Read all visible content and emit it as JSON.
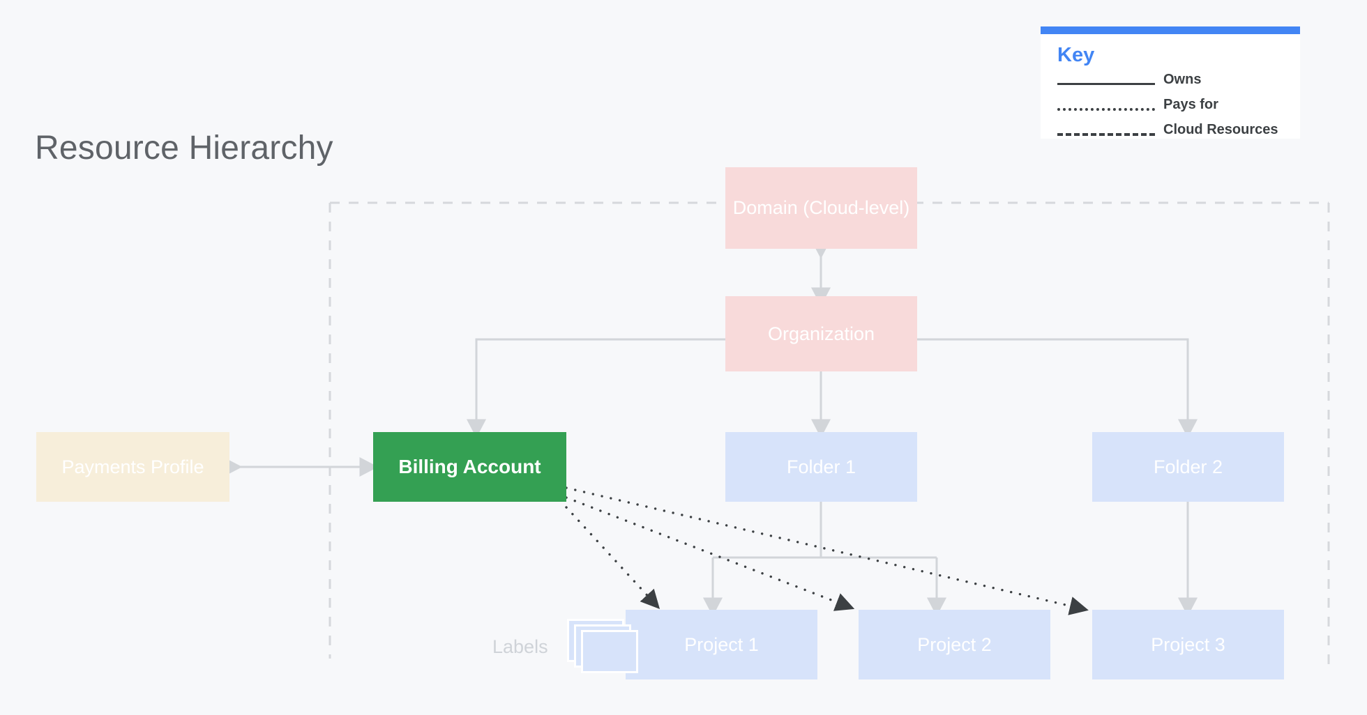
{
  "page": {
    "title": "Resource Hierarchy",
    "background_color": "#f7f8fa"
  },
  "key": {
    "title": "Key",
    "accent_color": "#4285f4",
    "items": [
      {
        "style": "solid",
        "label": "Owns"
      },
      {
        "style": "dotted",
        "label": "Pays for"
      },
      {
        "style": "dashed",
        "label": "Cloud Resources"
      }
    ]
  },
  "diagram": {
    "labels_caption": "Labels",
    "nodes": [
      {
        "id": "domain",
        "label": "Domain (Cloud-level)",
        "color": "#f8dada"
      },
      {
        "id": "organization",
        "label": "Organization",
        "color": "#f8dada"
      },
      {
        "id": "payments",
        "label": "Payments Profile",
        "color": "#f7eeda"
      },
      {
        "id": "billing",
        "label": "Billing Account",
        "color": "#34a053"
      },
      {
        "id": "folder1",
        "label": "Folder 1",
        "color": "#d7e3fa"
      },
      {
        "id": "folder2",
        "label": "Folder 2",
        "color": "#d7e3fa"
      },
      {
        "id": "project1",
        "label": "Project 1",
        "color": "#d7e3fa"
      },
      {
        "id": "project2",
        "label": "Project 2",
        "color": "#d7e3fa"
      },
      {
        "id": "project3",
        "label": "Project 3",
        "color": "#d7e3fa"
      }
    ],
    "edges": [
      {
        "from": "domain",
        "to": "organization",
        "style": "solid",
        "arrows": "both"
      },
      {
        "from": "organization",
        "to": "billing",
        "style": "solid",
        "arrows": "to"
      },
      {
        "from": "organization",
        "to": "folder1",
        "style": "solid",
        "arrows": "to"
      },
      {
        "from": "organization",
        "to": "folder2",
        "style": "solid",
        "arrows": "to"
      },
      {
        "from": "payments",
        "to": "billing",
        "style": "solid",
        "arrows": "both"
      },
      {
        "from": "folder1",
        "to": "project1",
        "style": "solid",
        "arrows": "to"
      },
      {
        "from": "folder1",
        "to": "project2",
        "style": "solid",
        "arrows": "to"
      },
      {
        "from": "folder2",
        "to": "project3",
        "style": "solid",
        "arrows": "to"
      },
      {
        "from": "billing",
        "to": "project1",
        "style": "dotted",
        "arrows": "to"
      },
      {
        "from": "billing",
        "to": "project2",
        "style": "dotted",
        "arrows": "to"
      },
      {
        "from": "billing",
        "to": "project3",
        "style": "dotted",
        "arrows": "to"
      }
    ],
    "cloud_resources_boundary": {
      "style": "dashed",
      "color": "#d6d8dc"
    }
  }
}
